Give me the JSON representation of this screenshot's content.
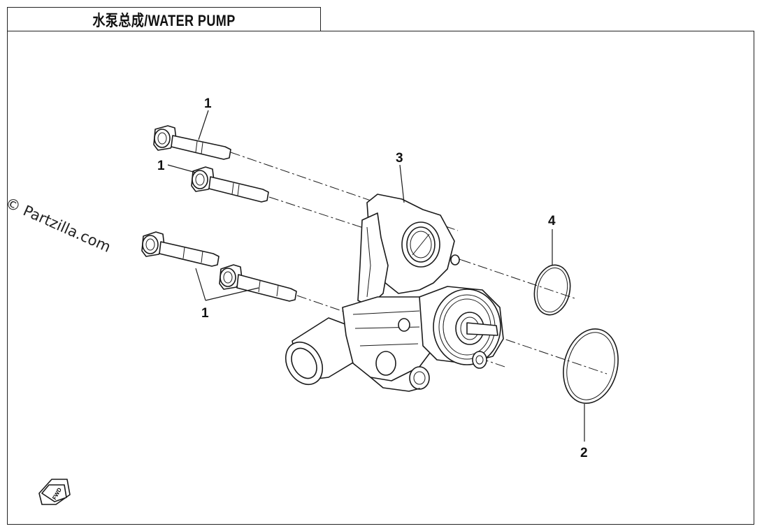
{
  "title": "水泵总成/WATER PUMP",
  "watermark": "© Partzilla.com",
  "callouts": {
    "bolt_top": "1",
    "bolt_second": "1",
    "bolt_group": "1",
    "housing": "3",
    "small_oring": "4",
    "large_oring": "2"
  },
  "fwd_badge": "FWD"
}
